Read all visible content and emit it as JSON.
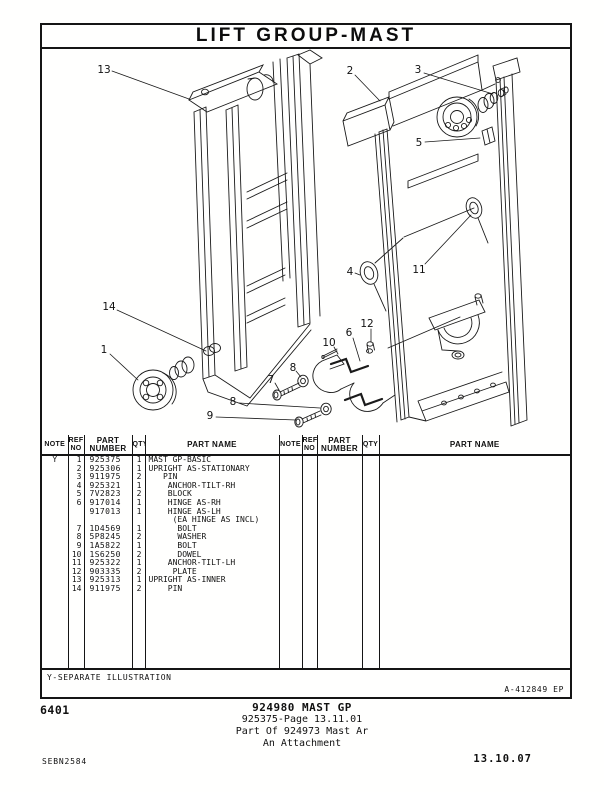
{
  "header": {
    "title": "LIFT GROUP-MAST"
  },
  "diagram": {
    "description": "exploded isometric drawing of lift mast group",
    "callouts": [
      "13",
      "2",
      "3",
      "5",
      "4",
      "11",
      "14",
      "1",
      "10",
      "6",
      "12",
      "8",
      "7",
      "8",
      "9"
    ]
  },
  "parts_table": {
    "headers": {
      "note": "NOTE",
      "ref1": "REF",
      "ref2": "NO",
      "part1": "PART",
      "part2": "NUMBER",
      "qty": "QTY",
      "name": "PART NAME"
    },
    "rows": [
      {
        "note": "Y",
        "ref": "1",
        "part": "925375",
        "qty": "1",
        "name": "MAST GP-BASIC"
      },
      {
        "note": "",
        "ref": "2",
        "part": "925306",
        "qty": "1",
        "name": "UPRIGHT AS-STATIONARY"
      },
      {
        "note": "",
        "ref": "3",
        "part": "911975",
        "qty": "2",
        "name": "   PIN"
      },
      {
        "note": "",
        "ref": "4",
        "part": "925321",
        "qty": "1",
        "name": "    ANCHOR-TILT-RH"
      },
      {
        "note": "",
        "ref": "5",
        "part": "7V2823",
        "qty": "2",
        "name": "    BLOCK"
      },
      {
        "note": "",
        "ref": "6",
        "part": "917014",
        "qty": "1",
        "name": "    HINGE AS-RH"
      },
      {
        "note": "",
        "ref": "",
        "part": "917013",
        "qty": "1",
        "name": "    HINGE AS-LH"
      },
      {
        "note": "",
        "ref": "",
        "part": "",
        "qty": "",
        "name": "     (EA HINGE AS INCL)"
      },
      {
        "note": "",
        "ref": "7",
        "part": "1D4569",
        "qty": "1",
        "name": "      BOLT"
      },
      {
        "note": "",
        "ref": "8",
        "part": "5P8245",
        "qty": "2",
        "name": "      WASHER"
      },
      {
        "note": "",
        "ref": "9",
        "part": "1A5822",
        "qty": "1",
        "name": "      BOLT"
      },
      {
        "note": "",
        "ref": "10",
        "part": "1S6250",
        "qty": "2",
        "name": "      DOWEL"
      },
      {
        "note": "",
        "ref": "11",
        "part": "925322",
        "qty": "1",
        "name": "    ANCHOR-TILT-LH"
      },
      {
        "note": "",
        "ref": "12",
        "part": "903335",
        "qty": "2",
        "name": "     PLATE"
      },
      {
        "note": "",
        "ref": "13",
        "part": "925313",
        "qty": "1",
        "name": "UPRIGHT AS-INNER"
      },
      {
        "note": "",
        "ref": "14",
        "part": "911975",
        "qty": "2",
        "name": "    PIN"
      }
    ]
  },
  "footband": {
    "footnote": "Y-SEPARATE ILLUSTRATION",
    "drawing_number": "A-412849 EP"
  },
  "footer": {
    "page_code": "6401",
    "group_title": "924980 MAST GP",
    "page_ref": "925375-Page 13.11.01",
    "part_of": "Part Of 924973 Mast Ar",
    "attachment": "An Attachment",
    "doc_number": "SEBN2584",
    "date": "13.10.07"
  },
  "colors": {
    "ink": "#1a1a1a",
    "paper": "#fffffe"
  }
}
